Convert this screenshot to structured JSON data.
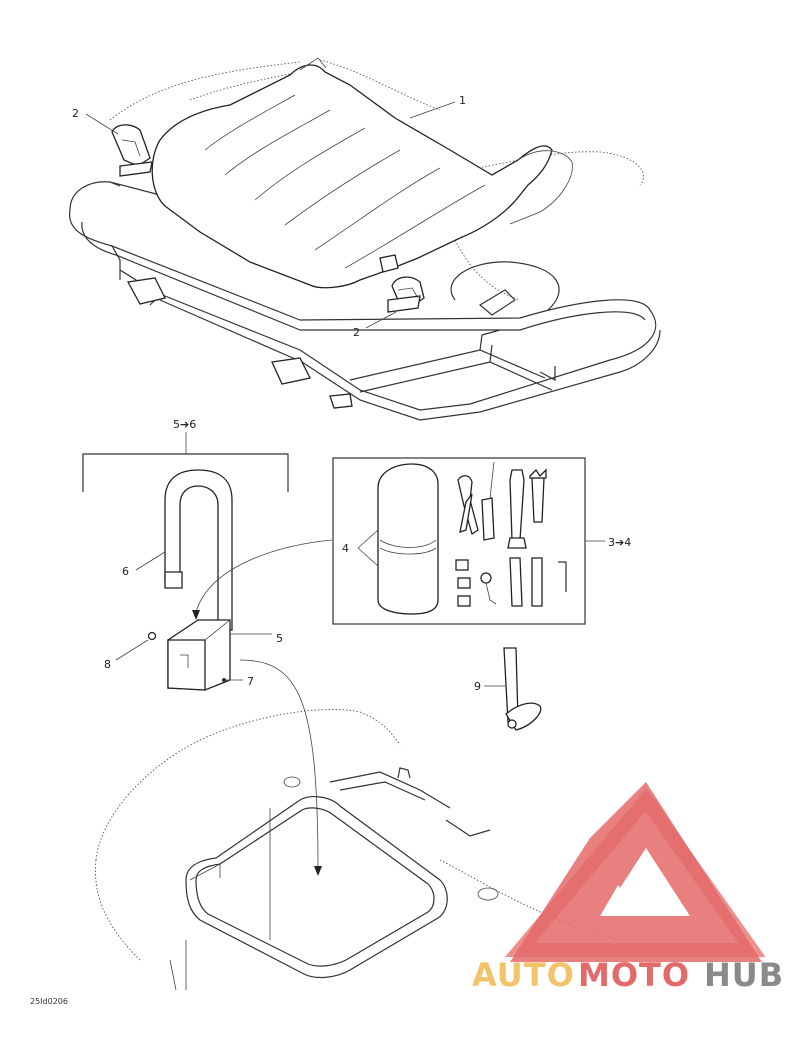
{
  "diagram": {
    "reference_code": "25Id0206",
    "callouts": {
      "seat": "1",
      "clip_top": "2",
      "clip_bottom": "2",
      "range_5_6": "5➔6",
      "range_3_4": "3➔4",
      "tool_bag": "4",
      "bracket": "5",
      "strap": "6",
      "screw": "7",
      "nut": "8",
      "spark_plug_wrench": "9"
    }
  },
  "watermark": {
    "text_part1": "AUTO",
    "text_part2": "MOTO",
    "text_part3": "HUB",
    "colors": {
      "triangle": "#e46a6a",
      "auto": "#f2c46a",
      "moto": "#e46a6a",
      "hub": "#8a8a8a"
    }
  }
}
